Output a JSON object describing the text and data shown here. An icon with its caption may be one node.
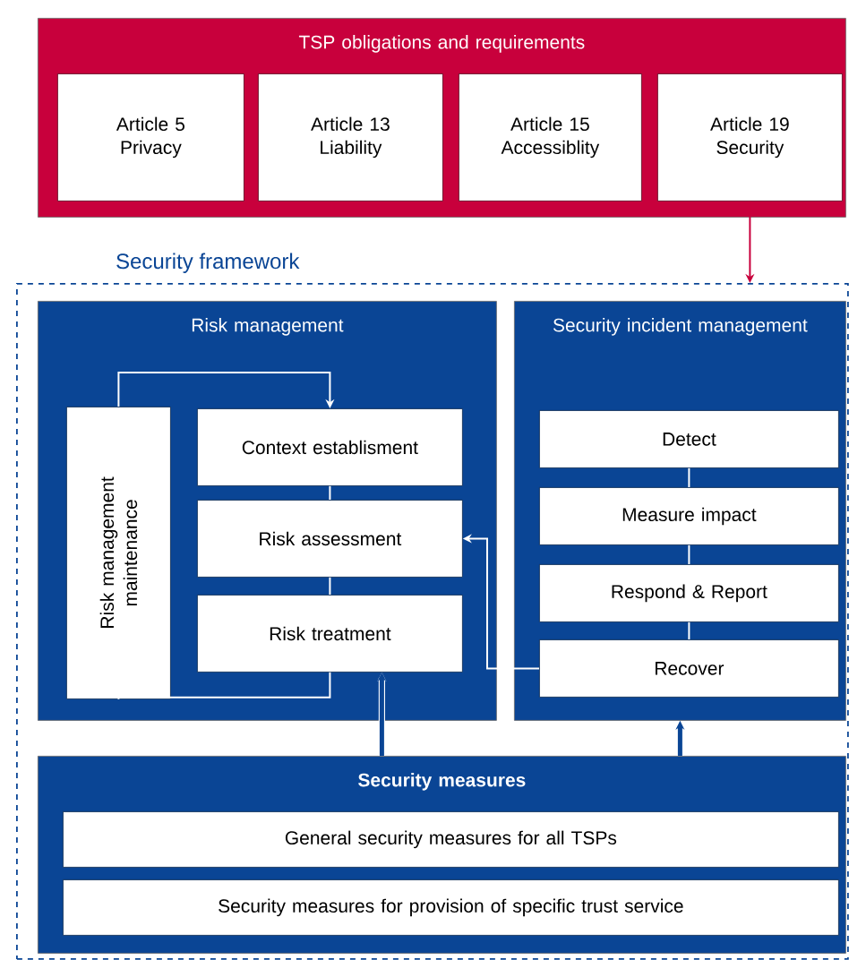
{
  "diagram": {
    "nodes": [
      {
        "text": [
          "TSP obligations and requirements"
        ]
      },
      {
        "text": [
          "Article 5",
          "Privacy"
        ],
        "in": 0
      },
      {
        "text": [
          "Article 13",
          "Liability"
        ],
        "in": 0
      },
      {
        "text": [
          "Article 15",
          "Accessiblity"
        ],
        "in": 0
      },
      {
        "text": [
          "Article 19",
          "Security"
        ],
        "in": 0
      },
      {
        "text": [
          "Security framework"
        ]
      },
      {
        "text": [
          "Risk management"
        ],
        "in": 5
      },
      {
        "text": [
          "Risk management maintenance"
        ],
        "in": 6
      },
      {
        "text": [
          "Context establisment"
        ],
        "in": 6
      },
      {
        "text": [
          "Risk assessment"
        ],
        "in": 6
      },
      {
        "text": [
          "Risk treatment"
        ],
        "in": 6
      },
      {
        "text": [
          "Security incident management"
        ],
        "in": 5
      },
      {
        "text": [
          "Detect"
        ],
        "in": 11
      },
      {
        "text": [
          "Measure impact"
        ],
        "in": 11
      },
      {
        "text": [
          "Respond & Report"
        ],
        "in": 11
      },
      {
        "text": [
          "Recover"
        ],
        "in": 11
      },
      {
        "text": [
          "Security measures"
        ],
        "in": 5
      },
      {
        "text": [
          "General security measures for all TSPs"
        ],
        "in": 16
      },
      {
        "text": [
          "Security measures for provision of specific trust service"
        ],
        "in": 16
      }
    ],
    "edges": [
      {
        "from": 4,
        "to": 5,
        "arrow": "to",
        "color": "#c8003c"
      },
      {
        "from": 7,
        "to": 8,
        "arrow": "to"
      },
      {
        "from": 8,
        "to": 9,
        "arrow": "none"
      },
      {
        "from": 9,
        "to": 10,
        "arrow": "none"
      },
      {
        "from": 10,
        "to": 7,
        "arrow": "none"
      },
      {
        "from": 12,
        "to": 13,
        "arrow": "none"
      },
      {
        "from": 13,
        "to": 14,
        "arrow": "none"
      },
      {
        "from": 14,
        "to": 15,
        "arrow": "none"
      },
      {
        "from": 15,
        "to": 9,
        "arrow": "to"
      },
      {
        "from": 16,
        "to": 10,
        "arrow": "to",
        "color": "#0a4595",
        "style": "thick"
      },
      {
        "from": 16,
        "to": 11,
        "arrow": "to",
        "color": "#0a4595",
        "style": "thick"
      }
    ]
  }
}
